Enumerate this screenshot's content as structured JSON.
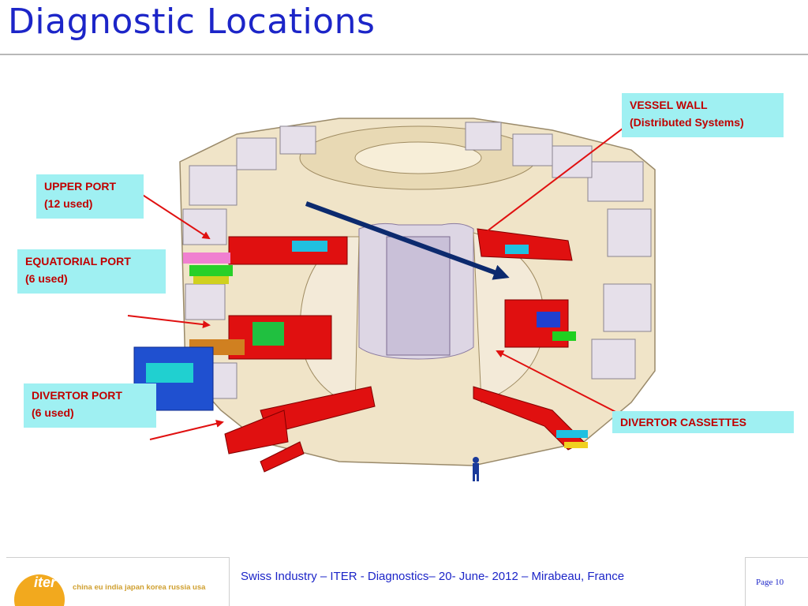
{
  "slide": {
    "title": "Diagnostic Locations"
  },
  "callouts": {
    "vessel_wall": {
      "line1": "VESSEL WALL",
      "line2": "(Distributed Systems)"
    },
    "upper_port": {
      "line1": "UPPER PORT",
      "line2": "(12 used)"
    },
    "equatorial_port": {
      "line1": "EQUATORIAL PORT",
      "line2": "(6 used)"
    },
    "divertor_port": {
      "line1": "DIVERTOR PORT",
      "line2": "(6 used)"
    },
    "divertor_cassettes": {
      "line1": "DIVERTOR CASSETTES"
    }
  },
  "footer": {
    "text": "Swiss Industry – ITER - Diagnostics– 20- June- 2012 –  Mirabeau, France",
    "page": "Page 10",
    "logo_word": "iter",
    "logo_countries": "china eu india japan korea russia usa"
  },
  "colors": {
    "title": "#1c25c8",
    "callout_bg": "#9ff0f2",
    "callout_text": "#c00000",
    "arrow_red": "#e01010",
    "arrow_navy": "#0c2a6e",
    "logo_orange": "#f2a91e"
  }
}
